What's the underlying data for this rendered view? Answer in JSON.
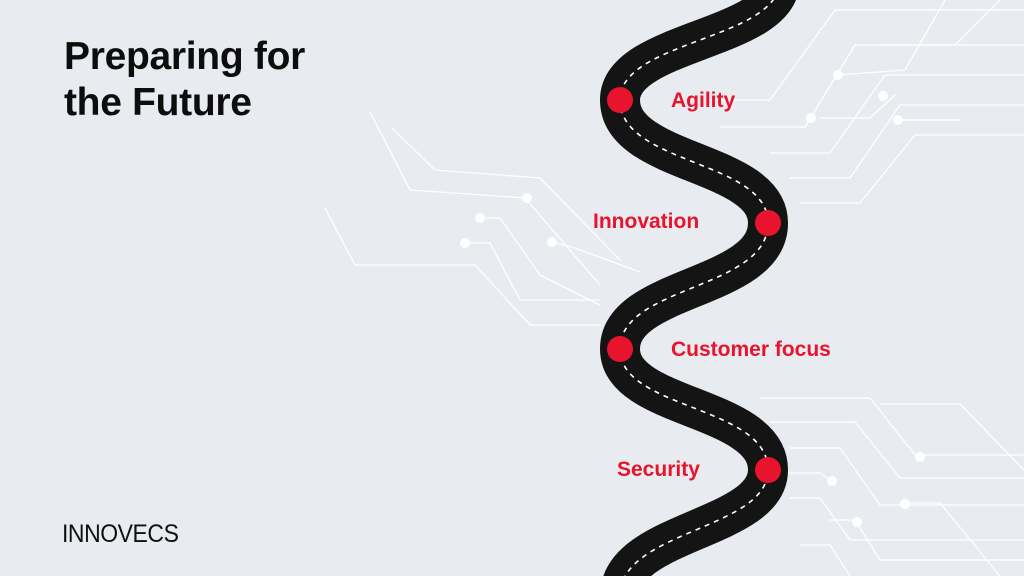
{
  "title": {
    "line1": "Preparing for",
    "line2": "the Future"
  },
  "milestones": [
    {
      "label": "Agility"
    },
    {
      "label": "Innovation"
    },
    {
      "label": "Customer focus"
    },
    {
      "label": "Security"
    }
  ],
  "brand": {
    "logo_text": "INNOVECS"
  },
  "colors": {
    "background": "#E8EBEF",
    "accent": "#E8132D",
    "road": "#141414",
    "road_dash": "#FFFFFF",
    "circuit": "#FFFFFF",
    "text": "#0D0D0D"
  }
}
